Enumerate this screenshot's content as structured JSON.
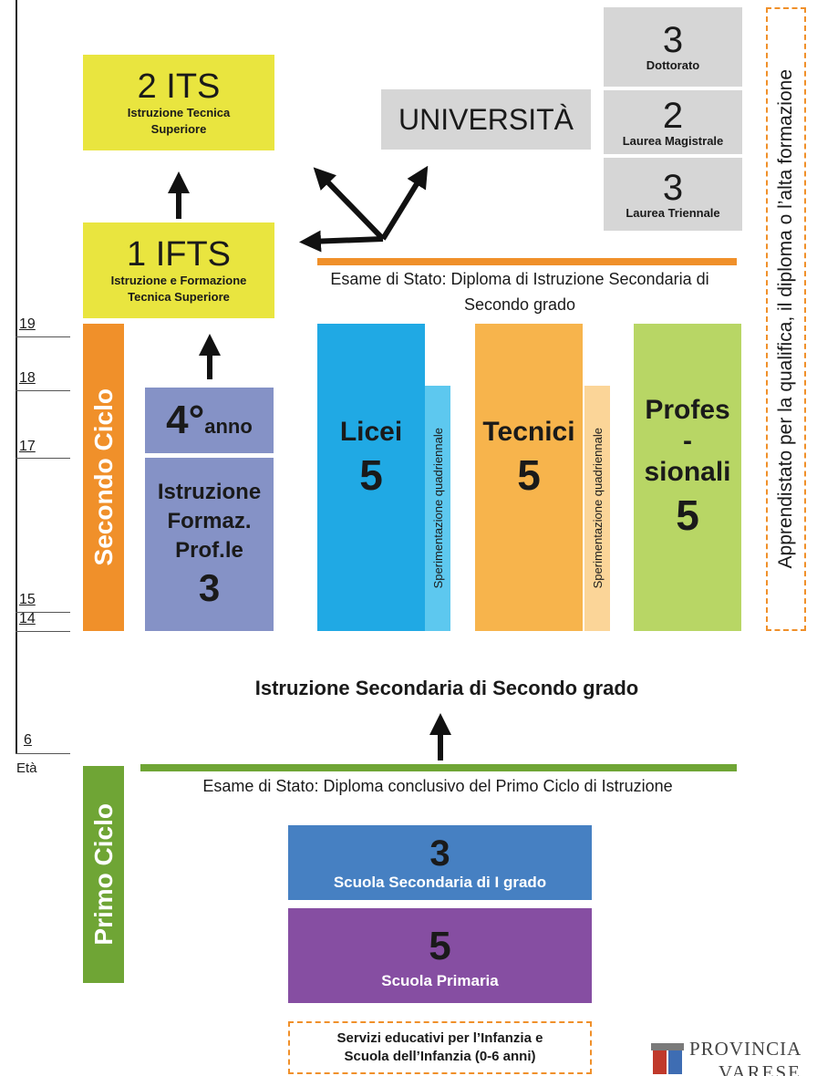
{
  "age_axis": {
    "label": "Età",
    "ticks": [
      "19",
      "18",
      "17",
      "15",
      "14",
      "6"
    ]
  },
  "its": {
    "number": "2",
    "acronym": "ITS",
    "full": "Istruzione Tecnica Superiore"
  },
  "ifts": {
    "number": "1",
    "acronym": "IFTS",
    "full": "Istruzione e Formazione Tecnica Superiore"
  },
  "universita": {
    "title": "UNIVERSITÀ",
    "levels": [
      {
        "years": "3",
        "name": "Dottorato"
      },
      {
        "years": "2",
        "name": "Laurea Magistrale"
      },
      {
        "years": "3",
        "name": "Laurea Triennale"
      }
    ]
  },
  "esame_secondo": "Esame di Stato: Diploma di Istruzione Secondaria di Secondo grado",
  "secondo_ciclo": {
    "label": "Secondo Ciclo",
    "iefp_fourth": {
      "num": "4°",
      "suffix": "anno"
    },
    "iefp": {
      "label": "Istruzione Formaz. Prof.le",
      "years": "3"
    },
    "licei": {
      "label": "Licei",
      "years": "5"
    },
    "tecnici": {
      "label": "Tecnici",
      "years": "5"
    },
    "professionali": {
      "label": "Profes-sionali",
      "years": "5"
    },
    "sperimentazione": "Sperimentazione quadriennale"
  },
  "istruzione_secondaria_title": "Istruzione Secondaria di Secondo grado",
  "esame_primo": "Esame di Stato: Diploma conclusivo del Primo Ciclo di Istruzione",
  "primo_ciclo": {
    "label": "Primo Ciclo",
    "secondaria": {
      "years": "3",
      "label": "Scuola Secondaria di I grado"
    },
    "primaria": {
      "years": "5",
      "label": "Scuola Primaria"
    }
  },
  "infanzia": {
    "line1": "Servizi educativi per l’Infanzia e",
    "line2": "Scuola dell’Infanzia (0-6 anni)"
  },
  "apprendistato": "Apprendistato per la qualifica, il diploma o l’alta formazione",
  "logo": {
    "line1": "PROVINCIA",
    "line2": "VARESE"
  },
  "colors": {
    "yellow": "#e9e53f",
    "grey": "#d6d6d6",
    "orange": "#f0902a",
    "green": "#6fa535",
    "periwinkle": "#8592c6",
    "cyan": "#20a9e4",
    "light_orange": "#f7b44c",
    "light_green": "#b8d665",
    "blue": "#4680c2",
    "purple": "#864ea2"
  }
}
